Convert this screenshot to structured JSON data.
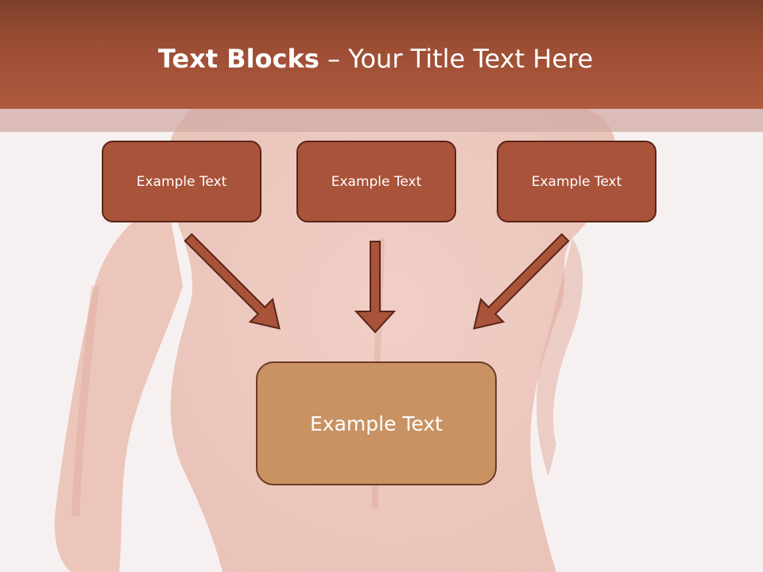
{
  "slide": {
    "title_bold": "Text Blocks",
    "title_dash": "–",
    "title_rest": "Your Title Text Here"
  },
  "blocks": [
    {
      "label": "Example Text"
    },
    {
      "label": "Example Text"
    },
    {
      "label": "Example Text"
    }
  ],
  "target_block": {
    "label": "Example Text"
  },
  "colors": {
    "header": "#a9533a",
    "block_fill": "#a9533a",
    "block_border": "#5a2418",
    "target_fill": "#c99263",
    "arrow_fill": "#a9533a"
  },
  "icons": {
    "background": "human-back-photo",
    "arrows": [
      "arrow-down-right-icon",
      "arrow-down-icon",
      "arrow-down-left-icon"
    ]
  }
}
